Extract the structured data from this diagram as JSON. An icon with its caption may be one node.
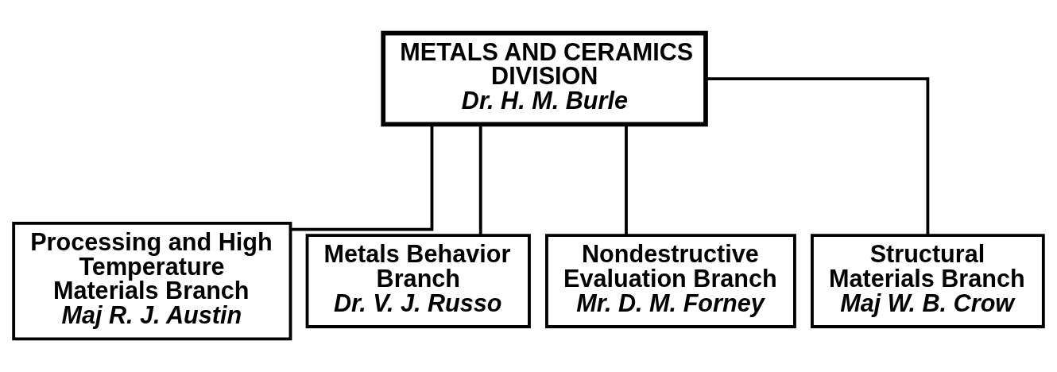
{
  "diagram": {
    "nodes": [
      {
        "text": [
          "METALS AND CERAMICS DIVISION",
          "Dr. H. M. Burle"
        ]
      },
      {
        "text": [
          "Processing and High Temperature Materials Branch",
          "Maj R. J. Austin"
        ]
      },
      {
        "text": [
          "Metals Behavior Branch",
          "Dr. V. J. Russo"
        ]
      },
      {
        "text": [
          "Nondestructive Evaluation Branch",
          "Mr. D. M. Forney"
        ]
      },
      {
        "text": [
          "Structural Materials Branch",
          "Maj W. B. Crow"
        ]
      }
    ],
    "edges": [
      {
        "from": 0,
        "to": 1,
        "arrow": "none"
      },
      {
        "from": 0,
        "to": 2,
        "arrow": "none"
      },
      {
        "from": 0,
        "to": 3,
        "arrow": "none"
      },
      {
        "from": 0,
        "to": 4,
        "arrow": "none"
      }
    ]
  }
}
